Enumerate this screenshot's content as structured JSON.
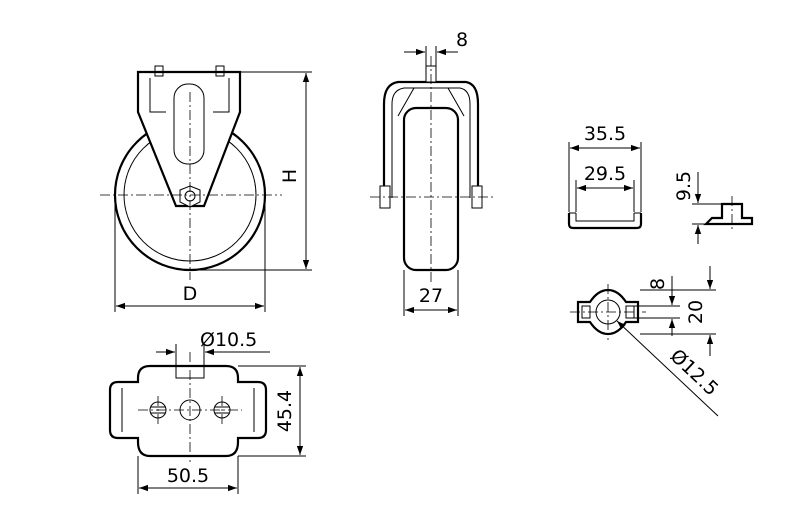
{
  "dimensions": {
    "wheel_diameter": "D",
    "overall_height": "H",
    "wheel_width": "27",
    "axle_width": "8",
    "bolt_hole": "Ø10.5",
    "plate_width": "50.5",
    "plate_depth": "45.4",
    "bracket_outer": "35.5",
    "bracket_inner": "29.5",
    "bracket_height": "9.5",
    "slot_width": "8",
    "slot_length": "20",
    "center_hole": "Ø12.5"
  }
}
